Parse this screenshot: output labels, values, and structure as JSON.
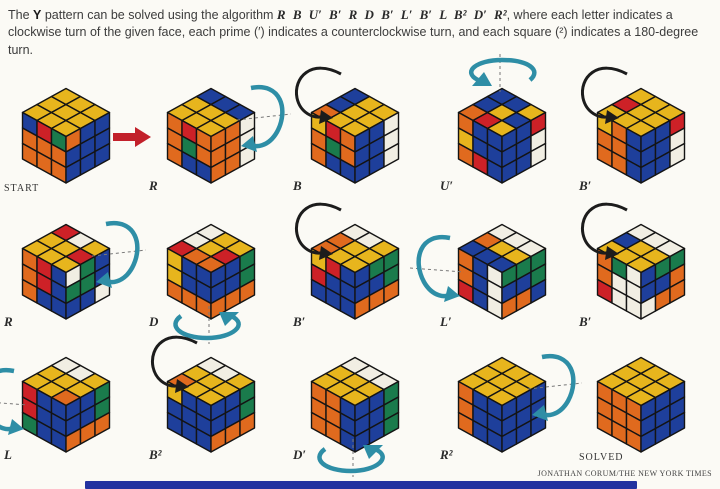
{
  "header": {
    "prefix": "The ",
    "bold": "Y",
    "mid": " pattern can be solved using the algorithm ",
    "algorithm": "R B U′ B′ R D B′ L′ B′ L B² D′ R²",
    "suffix": ", where each letter indicates a clockwise turn of the given face, each prime (′) indicates a counterclockwise turn, and each square (²) indicates a 180-degree turn."
  },
  "palette": {
    "Y": "#E7B51D",
    "O": "#E06A1E",
    "B": "#1E3F9B",
    "R": "#CD2127",
    "G": "#1A7B4C",
    "W": "#F1EEE3"
  },
  "arrow_colors": {
    "teal": "#2E8EA6",
    "dark": "#1C1C1C",
    "red": "#C2202A"
  },
  "cubes": [
    {
      "label": "START",
      "arrow": "none",
      "faces": {
        "top": "YYYYYYYYY",
        "left": "BRGOOOOOO",
        "right": "OBBBBBBBB"
      }
    },
    {
      "label": "R",
      "arrow": "loop-right",
      "faces": {
        "top": "YYBYYBYYB",
        "left": "OROOGOOBB",
        "right": "OOWOOWOOW"
      }
    },
    {
      "label": "B",
      "arrow": "arc-top-left",
      "faces": {
        "top": "OBBYYYYYY",
        "left": "YROOGOOBB",
        "right": "BBWBBWBBW"
      }
    },
    {
      "label": "U′",
      "arrow": "loop-top",
      "faces": {
        "top": "OBBRYBYBY",
        "left": "OBBYBBORB",
        "right": "BBRBBWBBW"
      }
    },
    {
      "label": "B′",
      "arrow": "arc-top-left",
      "faces": {
        "top": "YRYYYYYYY",
        "left": "YOBOOBOOB",
        "right": "BBRBBWBBW"
      }
    },
    {
      "label": "R",
      "arrow": "loop-right",
      "faces": {
        "top": "YYRYYWYRY",
        "left": "ORBORBOBB",
        "right": "WGBGGBBBW"
      }
    },
    {
      "label": "D",
      "arrow": "loop-bottom",
      "faces": {
        "top": "RWWOYYORY",
        "left": "YBBYBBOOO",
        "right": "BBGBBGOOO"
      }
    },
    {
      "label": "B′",
      "arrow": "arc-top-left",
      "faces": {
        "top": "OOWYYWYYY",
        "left": "YRBRBBBBB",
        "right": "BGGBBGOOO"
      }
    },
    {
      "label": "L′",
      "arrow": "loop-left",
      "faces": {
        "top": "BOWBYWBYW",
        "left": "OBWOBWRBW",
        "right": "GGGBBGOOB"
      }
    },
    {
      "label": "B′",
      "arrow": "arc-top-left",
      "faces": {
        "top": "YBWYYWYYW",
        "left": "OGWOWWRWW",
        "right": "BGGBBOWOO"
      }
    },
    {
      "label": "L",
      "arrow": "loop-left",
      "faces": {
        "top": "YYWYYWOYY",
        "left": "RBBRBBGBB",
        "right": "BBGBBGOOO"
      }
    },
    {
      "label": "B²",
      "arrow": "arc-top-left",
      "faces": {
        "top": "OYWYYWYYY",
        "left": "YBBBBBBBB",
        "right": "BBGBBGOOO"
      }
    },
    {
      "label": "D′",
      "arrow": "loop-bottom",
      "faces": {
        "top": "YYWYYWYYW",
        "left": "OOBOOBOOB",
        "right": "BBGBBGBBG"
      }
    },
    {
      "label": "R²",
      "arrow": "loop-right",
      "faces": {
        "top": "YYYYYYYYY",
        "left": "OBBOBBOBB",
        "right": "BBBBBBBBB"
      }
    },
    {
      "label": "SOLVED",
      "arrow": "none",
      "faces": {
        "top": "YYYYYYYYY",
        "left": "OOOOOOOOO",
        "right": "BBBBBBBBB"
      }
    }
  ],
  "footer": {
    "attribution": "JONATHAN CORUM/THE NEW YORK TIMES"
  }
}
